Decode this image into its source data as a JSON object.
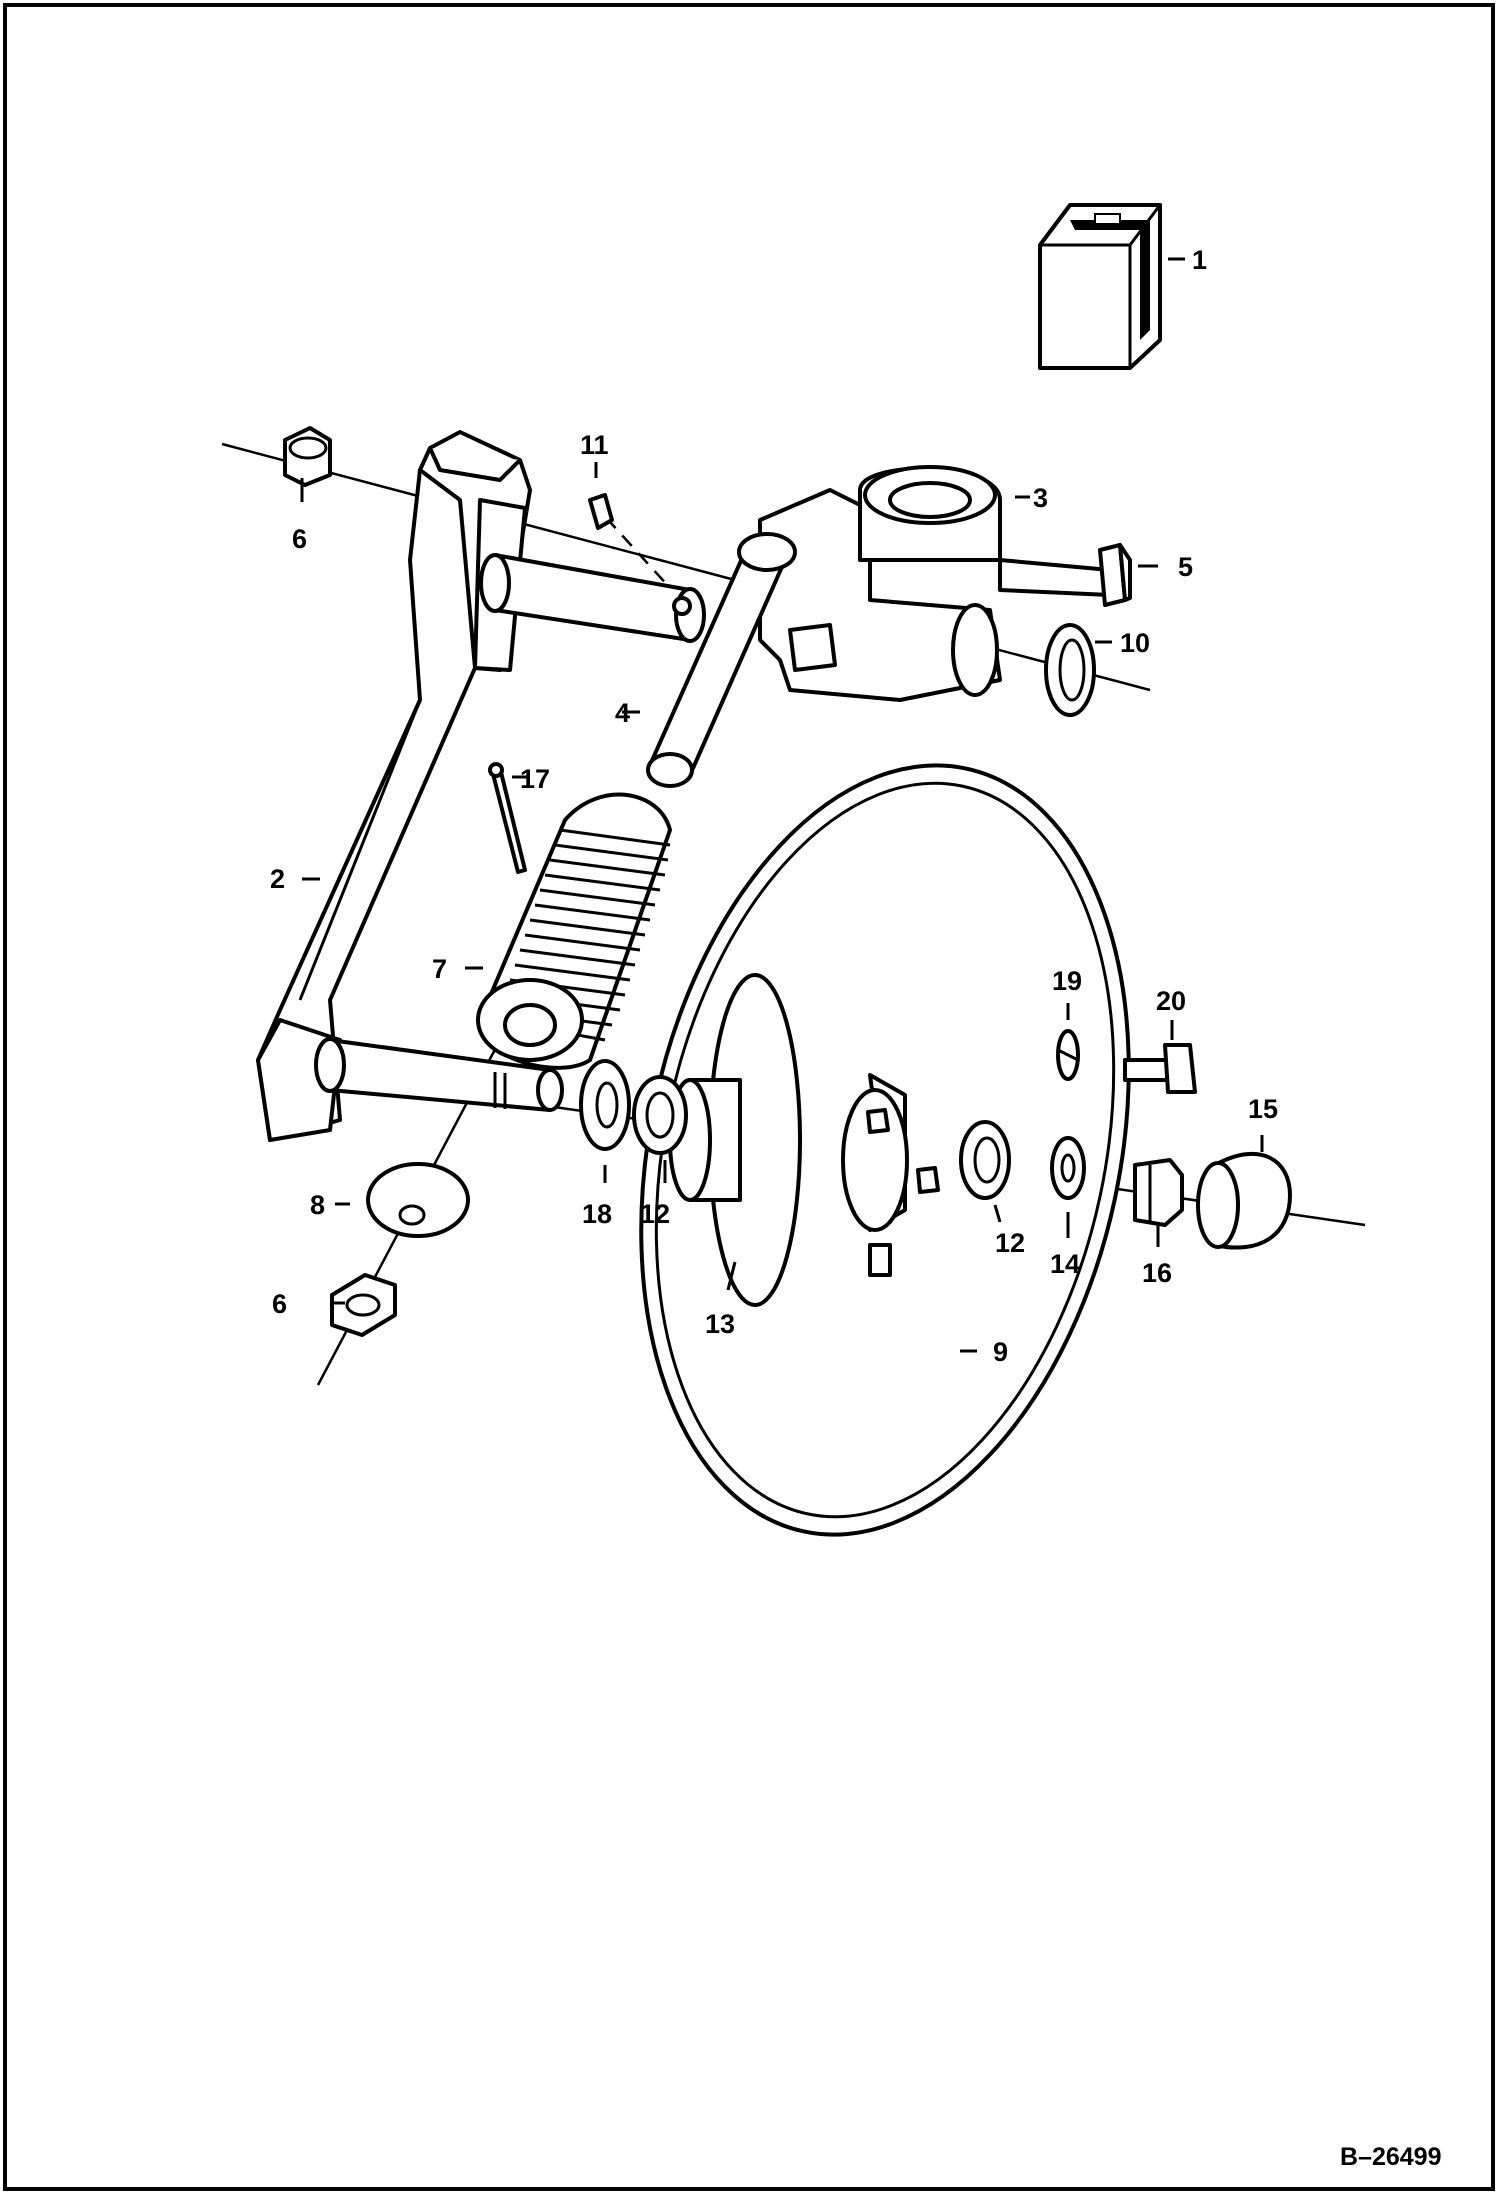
{
  "drawing": {
    "figure_id": "B–26499",
    "callouts": {
      "c1": "1",
      "c2": "2",
      "c3": "3",
      "c4": "4",
      "c5": "5",
      "c6a": "6",
      "c6b": "6",
      "c7": "7",
      "c8": "8",
      "c9": "9",
      "c10": "10",
      "c11": "11",
      "c12a": "12",
      "c12b": "12",
      "c13": "13",
      "c14": "14",
      "c15": "15",
      "c16": "16",
      "c17": "17",
      "c18": "18",
      "c19": "19",
      "c20": "20"
    }
  }
}
